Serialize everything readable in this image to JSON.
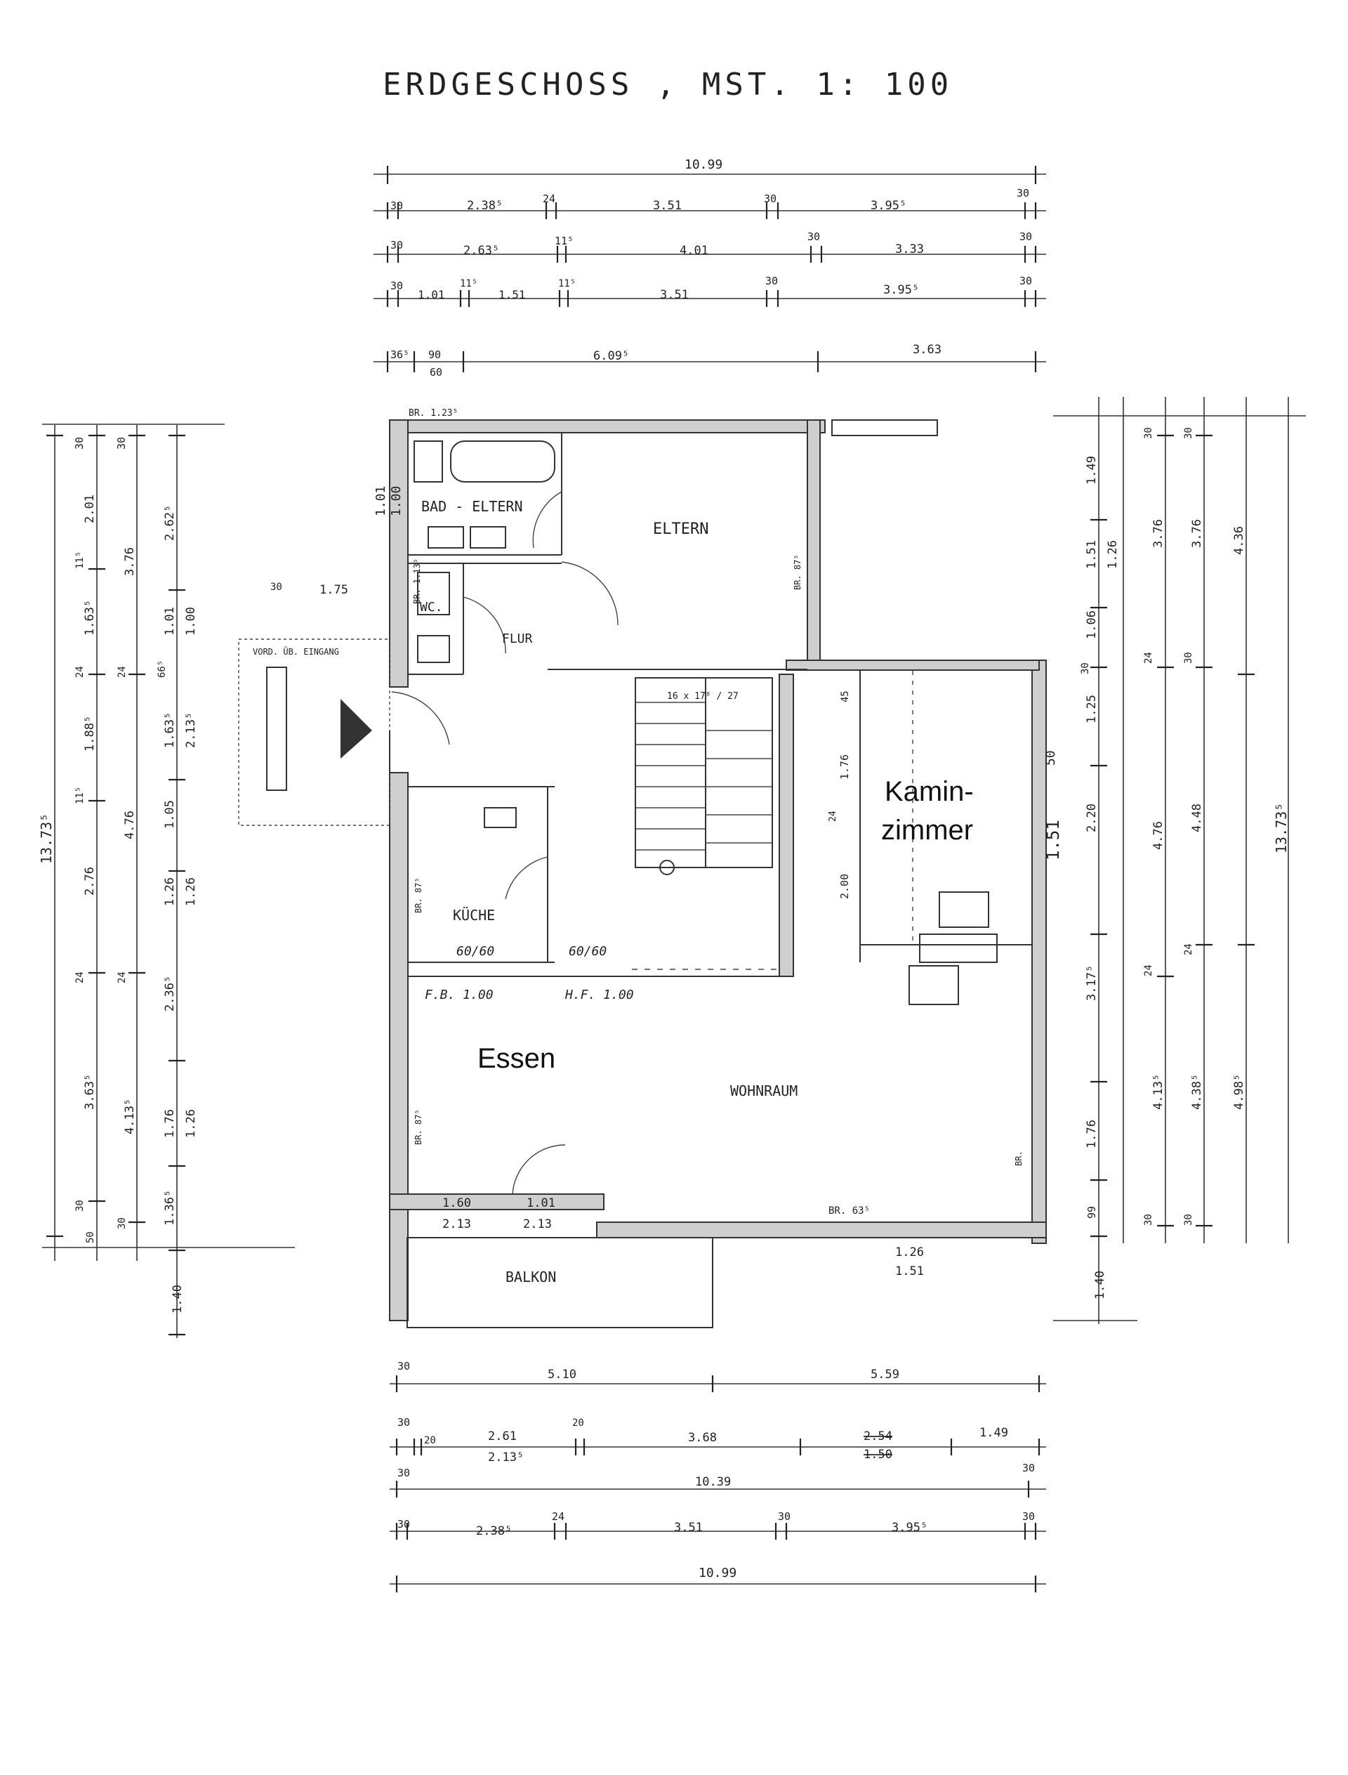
{
  "title": "ERDGESCHOSS ,   MST. 1: 100",
  "rooms": {
    "bad_eltern": "BAD - ELTERN",
    "eltern": "ELTERN",
    "wc": "WC.",
    "flur": "FLUR",
    "kaminzimmer_1": "Kamin-",
    "kaminzimmer_2": "zimmer",
    "kueche": "KÜCHE",
    "essen": "Essen",
    "wohnraum": "WOHNRAUM",
    "balkon": "BALKON",
    "entrance": "VORD. ÜB. EINGANG"
  },
  "labels": {
    "stair": "16 x 17⁸ / 27",
    "br_top": "BR. 1.23⁵",
    "br_wc": "BR. 1.13⁵",
    "br_eltern": "BR. 87⁵",
    "br_kueche": "BR. 87⁵",
    "br_essen": "BR. 87⁵",
    "br_wohn": "BR.",
    "br_bottom": "BR. 63⁵",
    "kueche_6060a": "60/60",
    "kueche_6060b": "60/60",
    "fb": "F.B. 1.00",
    "hf": "H.F. 1.00",
    "win_a_top": "1.60",
    "win_a_bot": "2.13",
    "win_b_top": "1.01",
    "win_b_bot": "2.13",
    "win_c_top": "1.26",
    "win_c_bot": "1.51",
    "bath_101": "1.01",
    "bath_100": "1.00",
    "kamin_50": "50",
    "kamin_151": "1.51",
    "wall_175": "1.75",
    "wall_30": "30",
    "kamin_45": "45",
    "kamin_176": "1.76",
    "kamin_24": "24",
    "kamin_200": "2.00"
  },
  "dims_top": {
    "r1": {
      "total": "10.99"
    },
    "r2": [
      "30",
      "2.38⁵",
      "24",
      "3.51",
      "30",
      "3.95⁵",
      "30"
    ],
    "r3": [
      "30",
      "2.63⁵",
      "11⁵",
      "4.01",
      "30",
      "3.33",
      "30"
    ],
    "r4": [
      "30",
      "1.01",
      "11⁵",
      "1.51",
      "11⁵",
      "3.51",
      "30",
      "3.95⁵",
      "30"
    ],
    "r5": [
      "36⁵",
      "90",
      "60",
      "6.09⁵",
      "3.63"
    ]
  },
  "dims_bottom": {
    "r1": [
      "30",
      "5.10",
      "5.59"
    ],
    "r2": [
      "30",
      "20",
      "2.61",
      "2.13⁵",
      "20",
      "3.68",
      "2.54",
      "1.50",
      "1.49"
    ],
    "r3": [
      "30",
      "10.39",
      "30"
    ],
    "r4": [
      "30",
      "2.38⁵",
      "24",
      "3.51",
      "30",
      "3.95⁵",
      "30"
    ],
    "r5": {
      "total": "10.99"
    }
  },
  "dims_left": {
    "c1": {
      "total": "13.73⁵"
    },
    "c2": [
      "30",
      "2.01",
      "11⁵",
      "1.63⁵",
      "24",
      "1.88⁵",
      "11⁵",
      "2.76",
      "24",
      "3.63⁵",
      "30",
      "50"
    ],
    "c3": [
      "30",
      "3.76",
      "24",
      "4.76",
      "24",
      "4.13⁵",
      "30"
    ],
    "c4": [
      "2.62⁵",
      "1.01",
      "66⁵",
      "1.63⁵",
      "1.05",
      "1.26",
      "2.36⁵",
      "1.76",
      "1.36⁵",
      "1.40"
    ],
    "c5": [
      "1.00",
      "2.13⁵",
      "1.26",
      "1.26"
    ]
  },
  "dims_right": {
    "c1": [
      "1.49",
      "1.51",
      "1.06",
      "30",
      "1.25",
      "2.20",
      "3.17⁵",
      "1.76",
      "99",
      "1.40"
    ],
    "c2": [
      "1.26"
    ],
    "c3": [
      "30",
      "3.76",
      "24",
      "4.76",
      "24",
      "4.13⁵",
      "30"
    ],
    "c4": [
      "30",
      "3.76",
      "30",
      "4.48",
      "24",
      "4.38⁵",
      "30"
    ],
    "c5": [
      "4.36",
      "4.98⁵"
    ],
    "c6": {
      "total": "13.73⁵"
    }
  }
}
